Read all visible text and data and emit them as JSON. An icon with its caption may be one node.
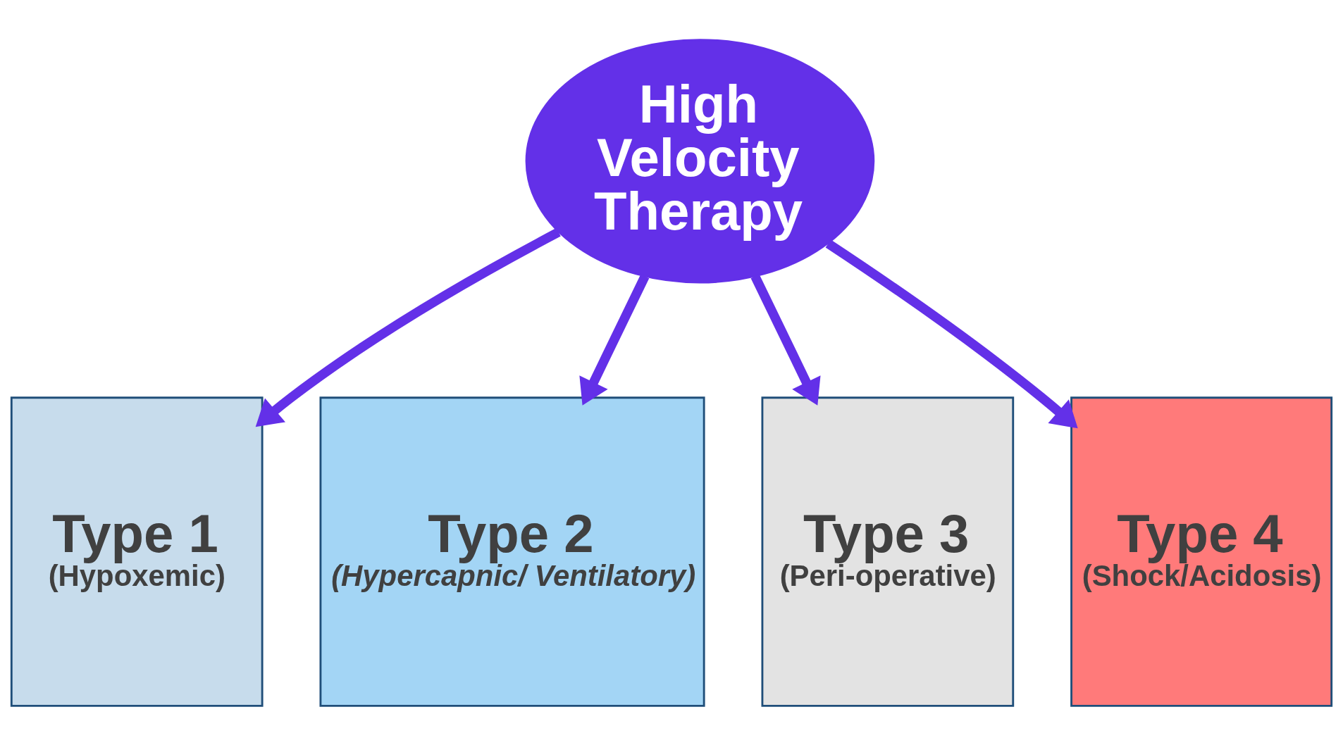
{
  "diagram": {
    "nodes": [
      {
        "text": [
          "High Velocity Therapy"
        ]
      },
      {
        "text": [
          "Type 1",
          "(Hypoxemic)"
        ]
      },
      {
        "text": [
          "Type 2",
          "(Hypercapnic/ Ventilatory)"
        ]
      },
      {
        "text": [
          "Type 3",
          "(Peri-operative)"
        ]
      },
      {
        "text": [
          "Type 4",
          "(Shock/Acidosis)"
        ]
      }
    ],
    "edges": [
      {
        "from": 0,
        "to": 1,
        "arrow": "to"
      },
      {
        "from": 0,
        "to": 2,
        "arrow": "to"
      },
      {
        "from": 0,
        "to": 3,
        "arrow": "to"
      },
      {
        "from": 0,
        "to": 4,
        "arrow": "to"
      }
    ]
  }
}
